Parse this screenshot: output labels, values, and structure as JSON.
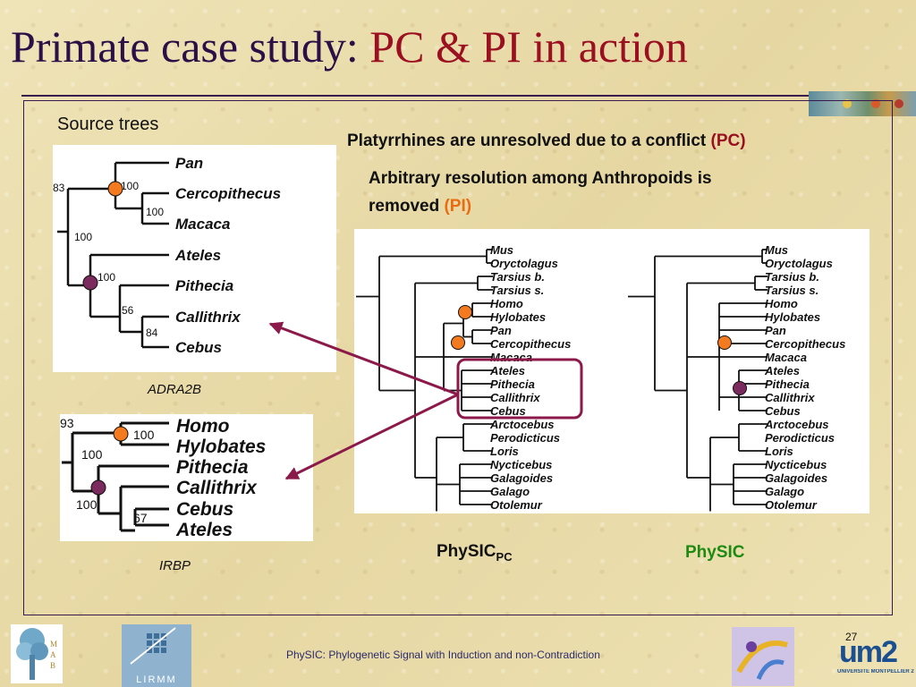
{
  "slide": {
    "title_main": "Primate case study: ",
    "title_accent": "PC & PI",
    "title_end": " in action"
  },
  "left": {
    "source_trees_label": "Source trees",
    "tree1": {
      "caption": "ADRA2B",
      "taxa": [
        "Pan",
        "Cercopithecus",
        "Macaca",
        "Ateles",
        "Pithecia",
        "Callithrix",
        "Cebus"
      ],
      "support": [
        "83",
        "100",
        "100",
        "100",
        "100",
        "56",
        "84"
      ]
    },
    "tree2": {
      "caption": "IRBP",
      "taxa": [
        "Homo",
        "Hylobates",
        "Pithecia",
        "Callithrix",
        "Cebus",
        "Ateles"
      ],
      "support": [
        "93",
        "100",
        "100",
        "100",
        "67"
      ]
    }
  },
  "right": {
    "headline1_text": "Platyrrhines are unresolved due to a conflict ",
    "headline1_tag": "(PC)",
    "headline2_line1": "Arbitrary resolution among Anthropoids is",
    "headline2_line2": "removed ",
    "headline2_tag": "(PI)",
    "supertree_taxa": [
      "Mus",
      "Oryctolagus",
      "Tarsius b.",
      "Tarsius s.",
      "Homo",
      "Hylobates",
      "Pan",
      "Cercopithecus",
      "Macaca",
      "Ateles",
      "Pithecia",
      "Callithrix",
      "Cebus",
      "Arctocebus",
      "Perodicticus",
      "Loris",
      "Nycticebus",
      "Galagoides",
      "Galago",
      "Otolemur"
    ],
    "method1_label": "PhySIC",
    "method1_sub": "PC",
    "method2_label": "PhySIC"
  },
  "footer": {
    "text": "PhySIC: Phylogenetic Signal with Induction and non-Contradiction",
    "page": "27",
    "lirmm_label": "LIRMM",
    "mab_label": "M A B",
    "montpellier_label": "UNIVERSITÉ MONTPELLIER 2",
    "um2_label": "um2"
  },
  "colors": {
    "title": "#2b0f47",
    "accent": "#9b1020",
    "pi": "#e96c12",
    "physic": "#1f8a12",
    "node_orange": "#f47a1f",
    "node_purple": "#7b2a5e",
    "arrow": "#8b1a4a"
  }
}
